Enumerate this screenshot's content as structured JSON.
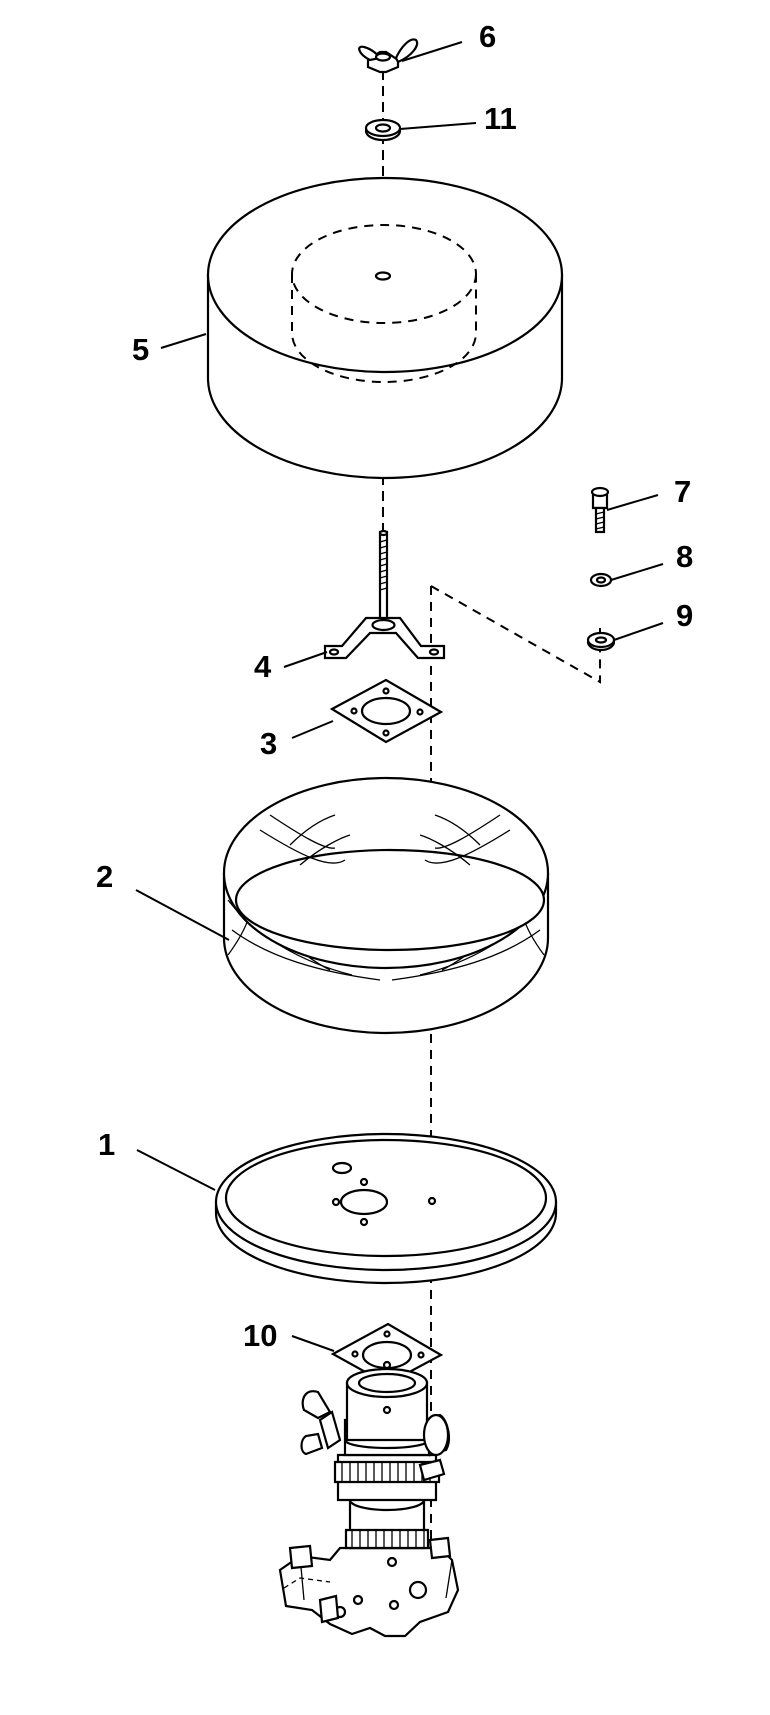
{
  "callouts": [
    {
      "id": "1",
      "label": "1"
    },
    {
      "id": "2",
      "label": "2"
    },
    {
      "id": "3",
      "label": "3"
    },
    {
      "id": "4",
      "label": "4"
    },
    {
      "id": "5",
      "label": "5"
    },
    {
      "id": "6",
      "label": "6"
    },
    {
      "id": "7",
      "label": "7"
    },
    {
      "id": "8",
      "label": "8"
    },
    {
      "id": "9",
      "label": "9"
    },
    {
      "id": "10",
      "label": "10"
    },
    {
      "id": "11",
      "label": "11"
    }
  ],
  "parts": [
    {
      "id": "1",
      "name": "air-cleaner-base"
    },
    {
      "id": "2",
      "name": "air-filter-element"
    },
    {
      "id": "3",
      "name": "upper-gasket"
    },
    {
      "id": "4",
      "name": "mounting-bracket-stud"
    },
    {
      "id": "5",
      "name": "air-cleaner-cover"
    },
    {
      "id": "6",
      "name": "wing-nut"
    },
    {
      "id": "7",
      "name": "bolt"
    },
    {
      "id": "8",
      "name": "lock-washer"
    },
    {
      "id": "9",
      "name": "flat-washer"
    },
    {
      "id": "10",
      "name": "lower-gasket"
    },
    {
      "id": "11",
      "name": "washer"
    }
  ]
}
